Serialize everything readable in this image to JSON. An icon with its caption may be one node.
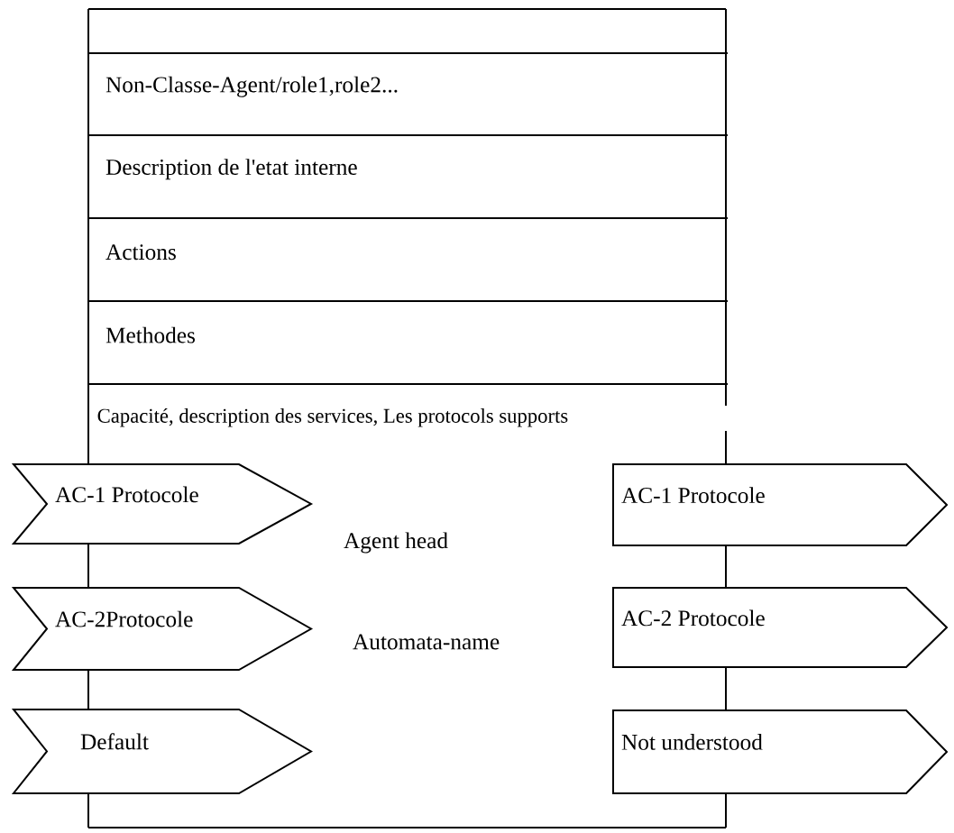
{
  "diagram": {
    "nodes": [
      {
        "text": [],
        "shape": "box"
      },
      {
        "text": [],
        "shape": "box",
        "in": 0
      },
      {
        "text": [
          "Non-Classe-Agent/role1,role2..."
        ],
        "in": 0
      },
      {
        "text": [
          "Description de l'etat interne"
        ],
        "in": 0
      },
      {
        "text": [
          "Actions"
        ],
        "in": 0
      },
      {
        "text": [
          "Methodes"
        ],
        "in": 0
      },
      {
        "text": [
          "Capacité, description des services, Les protocols supports"
        ],
        "in": 0
      },
      {
        "text": [
          "AC-1 Protocole"
        ]
      },
      {
        "text": [
          "AC-1 Protocole"
        ]
      },
      {
        "text": [
          "AC-2Protocole"
        ]
      },
      {
        "text": [
          "AC-2 Protocole"
        ]
      },
      {
        "text": [
          "Default"
        ]
      },
      {
        "text": [
          "Not understood"
        ]
      }
    ],
    "labels": [
      "Agent head",
      "Automata-name"
    ]
  }
}
